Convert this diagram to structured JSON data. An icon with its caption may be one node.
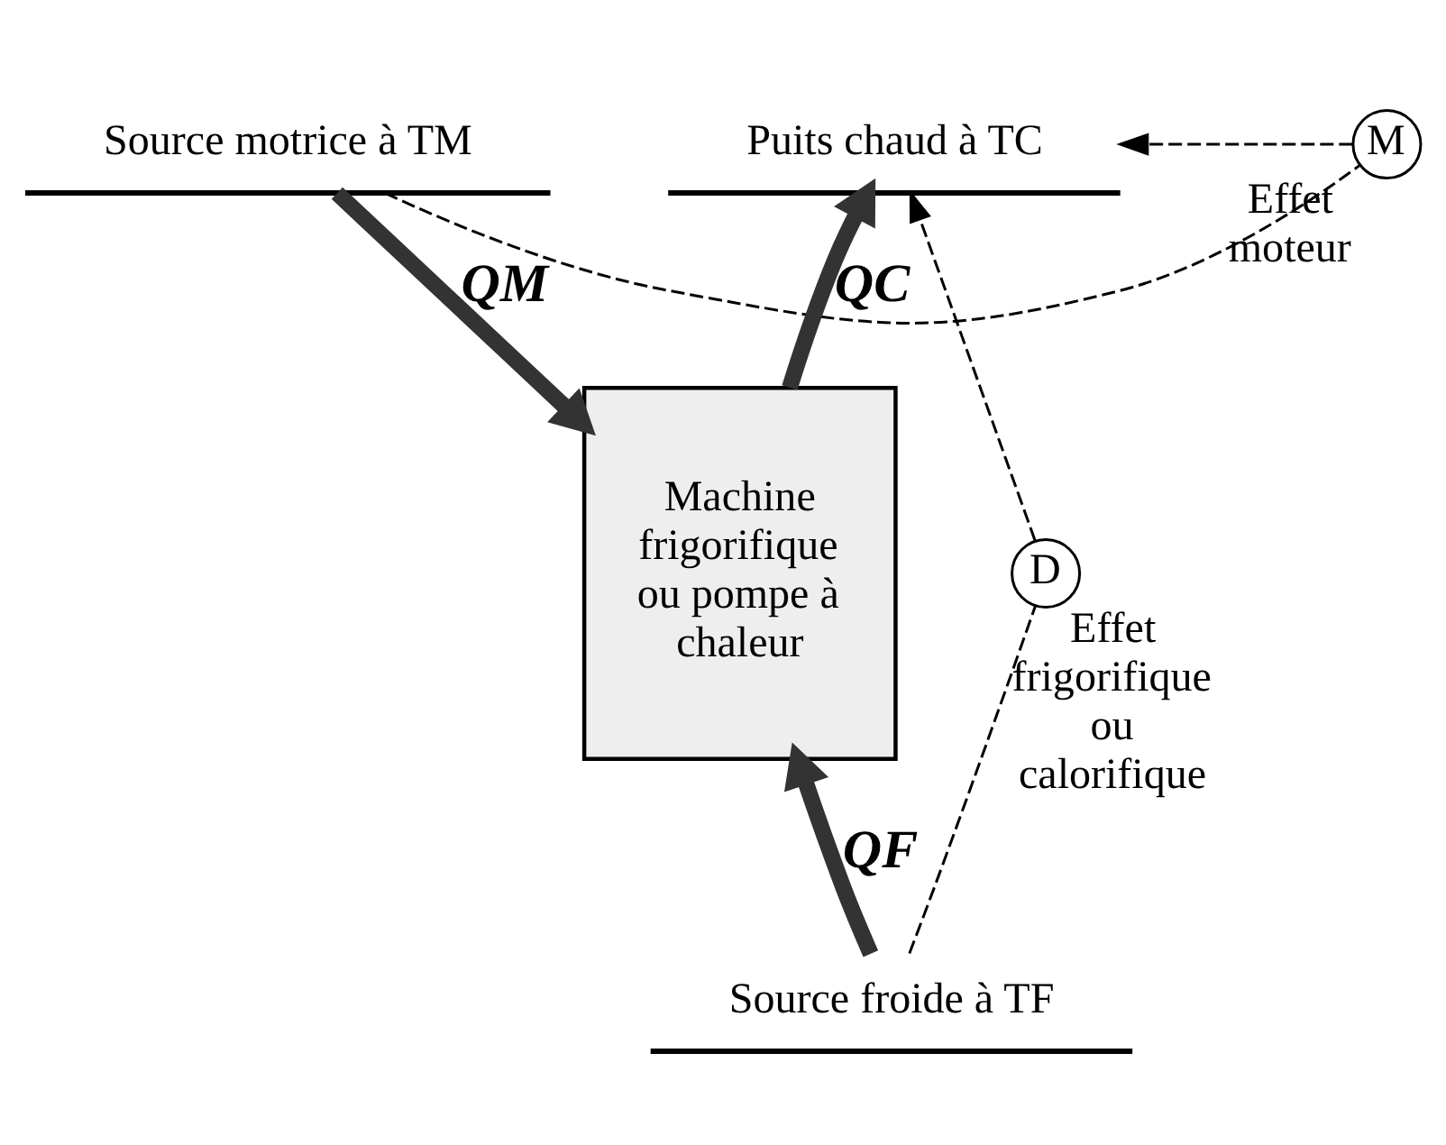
{
  "diagram": {
    "nodes": [
      {
        "text": [
          "Source motrice à TM"
        ]
      },
      {
        "text": [
          "Puits chaud à TC"
        ]
      },
      {
        "text": [
          "Machine frigorifique ou pompe à chaleur"
        ]
      },
      {
        "text": [
          "Source froide à TF"
        ]
      },
      {
        "text": [
          "M"
        ],
        "beside": [
          "Effet moteur"
        ]
      },
      {
        "text": [
          "D"
        ],
        "beside": [
          "Effet frigorifique ou calorifique"
        ]
      }
    ],
    "edges": [
      {
        "from": 0,
        "to": 2,
        "arrow": "to",
        "label": "QM",
        "style": "thick"
      },
      {
        "from": 2,
        "to": 1,
        "arrow": "to",
        "label": "QC",
        "style": "thick"
      },
      {
        "from": 3,
        "to": 2,
        "arrow": "to",
        "label": "QF",
        "style": "thick"
      },
      {
        "from": 0,
        "to": 4,
        "arrow": "none",
        "style": "dashed"
      },
      {
        "from": 4,
        "to": 1,
        "arrow": "to",
        "style": "dashed"
      },
      {
        "from": 3,
        "to": 5,
        "arrow": "none",
        "style": "dashed"
      },
      {
        "from": 5,
        "to": 1,
        "arrow": "to",
        "style": "dashed"
      }
    ]
  }
}
